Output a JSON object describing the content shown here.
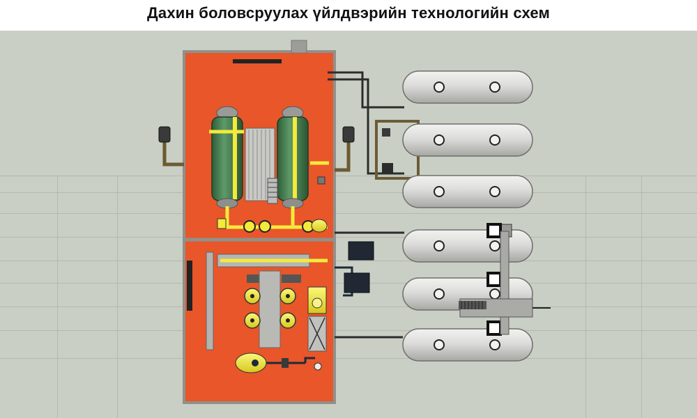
{
  "title": "Дахин боловсруулах үйлдвэрийн технологийн схем",
  "colors": {
    "background": "#c9cfc5",
    "module": "#e8562a",
    "module_frame": "#9a9a95",
    "column": "#3f7a4a",
    "pipe_yellow": "#f3ea3c",
    "tank": "#d7d7d5",
    "tank_dark": "#8f8f8c",
    "pipe_dark": "#1b2a3a"
  },
  "tanks": [
    {
      "name": "storage-tank-1"
    },
    {
      "name": "storage-tank-2"
    },
    {
      "name": "storage-tank-3"
    },
    {
      "name": "storage-tank-4"
    },
    {
      "name": "storage-tank-5"
    },
    {
      "name": "storage-tank-6"
    }
  ]
}
